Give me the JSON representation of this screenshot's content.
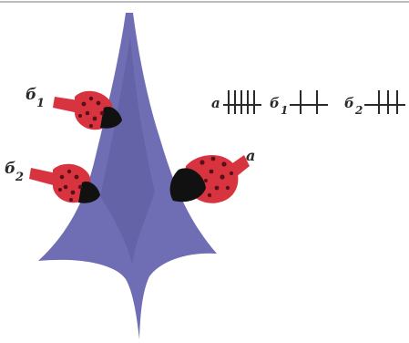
{
  "figure": {
    "colors": {
      "neuron_body": "#6f6db3",
      "neuron_shade": "#514f96",
      "terminal_red": "#d8343f",
      "terminal_dots": "#5a0f18",
      "terminal_dark": "#111111",
      "text": "#2a2a2a",
      "top_border": "#bdbdbd"
    },
    "synapses": {
      "b1": {
        "letter": "б",
        "index": "1"
      },
      "b2": {
        "letter": "б",
        "index": "2"
      },
      "a": {
        "letter": "а"
      }
    },
    "spike_trains": [
      {
        "label": "а",
        "index": "",
        "spikes": 5
      },
      {
        "label": "б",
        "index": "1",
        "spikes": 2
      },
      {
        "label": "б",
        "index": "2",
        "spikes": 3
      }
    ]
  }
}
